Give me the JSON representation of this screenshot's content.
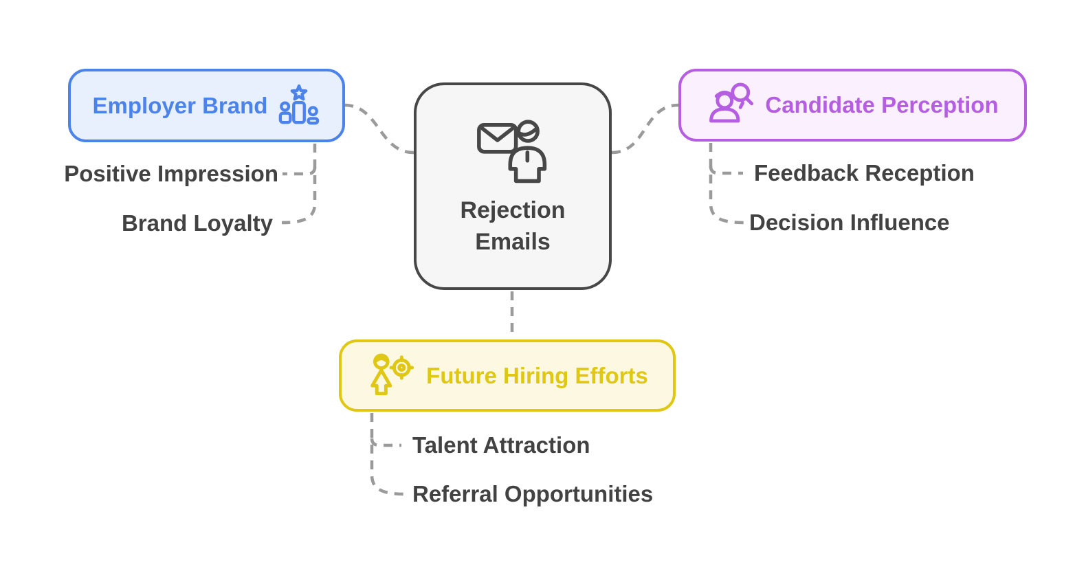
{
  "canvas": {
    "background": "#ffffff"
  },
  "connectors": {
    "color": "#9a9a9a"
  },
  "center_node": {
    "label": "Rejection Emails",
    "icon": "email-person-icon",
    "fill": "#f6f6f6",
    "border": "#474747",
    "text_color": "#424242"
  },
  "branches": {
    "employer": {
      "label": "Employer Brand",
      "icon": "podium-star-icon",
      "fill": "#e9f0fd",
      "border": "#4c83ea",
      "text_color": "#4c83ea",
      "children": [
        "Positive Impression",
        "Brand Loyalty"
      ]
    },
    "candidate": {
      "label": "Candidate Perception",
      "icon": "person-magnifier-icon",
      "fill": "#fbf0fe",
      "border": "#b55ee2",
      "text_color": "#b55ee2",
      "children": [
        "Feedback Reception",
        "Decision Influence"
      ]
    },
    "future": {
      "label": "Future Hiring Efforts",
      "icon": "person-target-icon",
      "fill": "#fcf8e1",
      "border": "#dfc714",
      "text_color": "#dfc714",
      "children": [
        "Talent Attraction",
        "Referral Opportunities"
      ]
    }
  },
  "child_label_color": "#424242"
}
